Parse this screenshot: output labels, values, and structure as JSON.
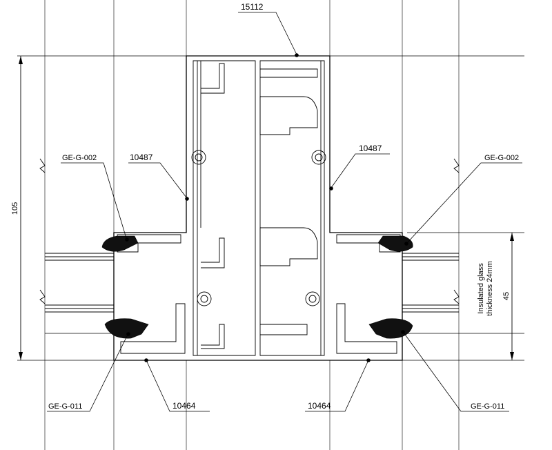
{
  "callouts": {
    "top_profile": "15112",
    "mullion_left": "10487",
    "mullion_right": "10487",
    "gasket_top_left": "GE-G-002",
    "gasket_top_right": "GE-G-002",
    "gasket_bottom_left": "GE-G-011",
    "gasket_bottom_right": "GE-G-011",
    "pressure_plate_left": "10464",
    "pressure_plate_right": "10464"
  },
  "dimensions": {
    "overall_depth": "105",
    "glass_to_face": "45",
    "glass_note_line1": "Insulated glass",
    "glass_note_line2": "thickness 24mm"
  }
}
